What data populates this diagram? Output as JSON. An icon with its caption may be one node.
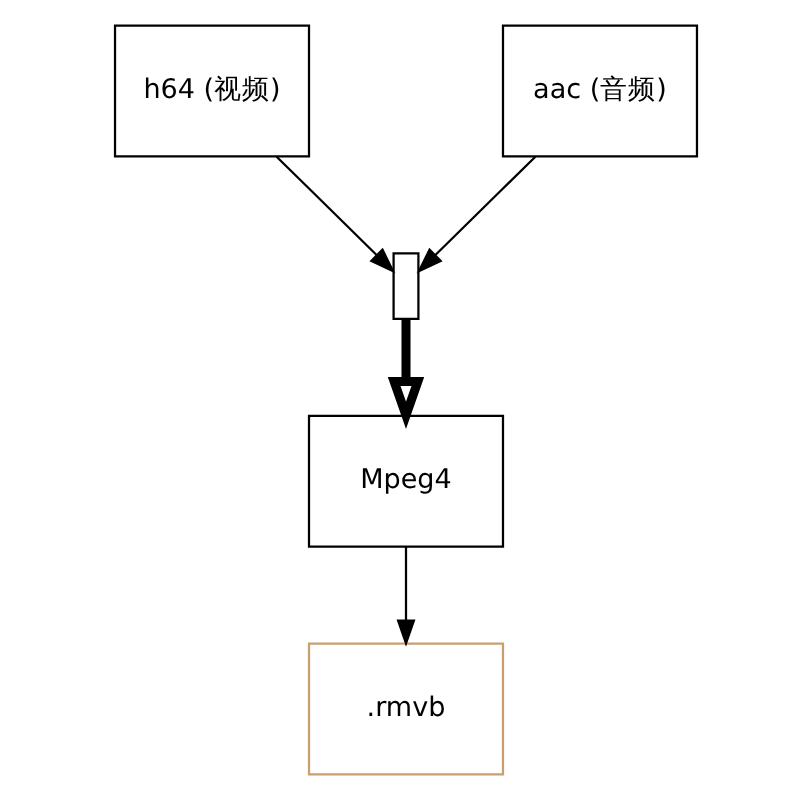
{
  "diagram": {
    "nodes": [
      {
        "text": [
          "h64 (视频)"
        ]
      },
      {
        "text": [
          "aac (音频)"
        ]
      },
      {
        "text": [],
        "shape": "box"
      },
      {
        "text": [
          "Mpeg4"
        ]
      },
      {
        "text": [
          ".rmvb"
        ]
      }
    ],
    "edges": [
      {
        "from": 0,
        "to": 2,
        "arrow": "to"
      },
      {
        "from": 1,
        "to": 2,
        "arrow": "to"
      },
      {
        "from": 2,
        "to": 3,
        "arrow": "to",
        "style": "thick"
      },
      {
        "from": 3,
        "to": 4,
        "arrow": "to"
      }
    ]
  }
}
